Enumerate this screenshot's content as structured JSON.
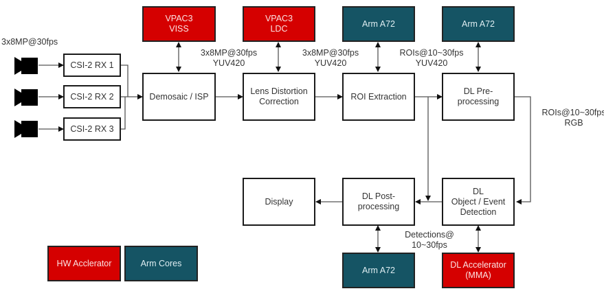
{
  "colors": {
    "hw_accelerator": "#d50000",
    "arm_cores": "#155464",
    "line": "#555555"
  },
  "input_label": "3x8MP@30fps",
  "cameras": [
    {
      "icon": "camera-icon"
    },
    {
      "icon": "camera-icon"
    },
    {
      "icon": "camera-icon"
    }
  ],
  "blocks": {
    "csi1": "CSI-2 RX 1",
    "csi2": "CSI-2 RX 2",
    "csi3": "CSI-2 RX 3",
    "isp": "Demosaic / ISP",
    "ldc": "Lens Distortion\nCorrection",
    "roi": "ROI Extraction",
    "dlpre": "DL Pre-\nprocessing",
    "dldet": "DL\nObject / Event\nDetection",
    "dlpost": "DL Post-\nprocessing",
    "display": "Display"
  },
  "accelerators": {
    "viss": "VPAC3\nVISS",
    "ldc": "VPAC3\nLDC",
    "arm_roi": "Arm A72",
    "arm_pre": "Arm A72",
    "arm_post": "Arm A72",
    "mma": "DL Accelerator\n(MMA)"
  },
  "edge_labels": {
    "isp_to_ldc": "3x8MP@30fps\nYUV420",
    "ldc_to_roi": "3x8MP@30fps\nYUV420",
    "roi_to_pre": "ROIs@10~30fps\nYUV420",
    "pre_to_det": "ROIs@10~30fps\nRGB",
    "det_to_post": "Detections@\n10~30fps"
  },
  "legend": {
    "hw": "HW Acclerator",
    "arm": "Arm Cores"
  }
}
